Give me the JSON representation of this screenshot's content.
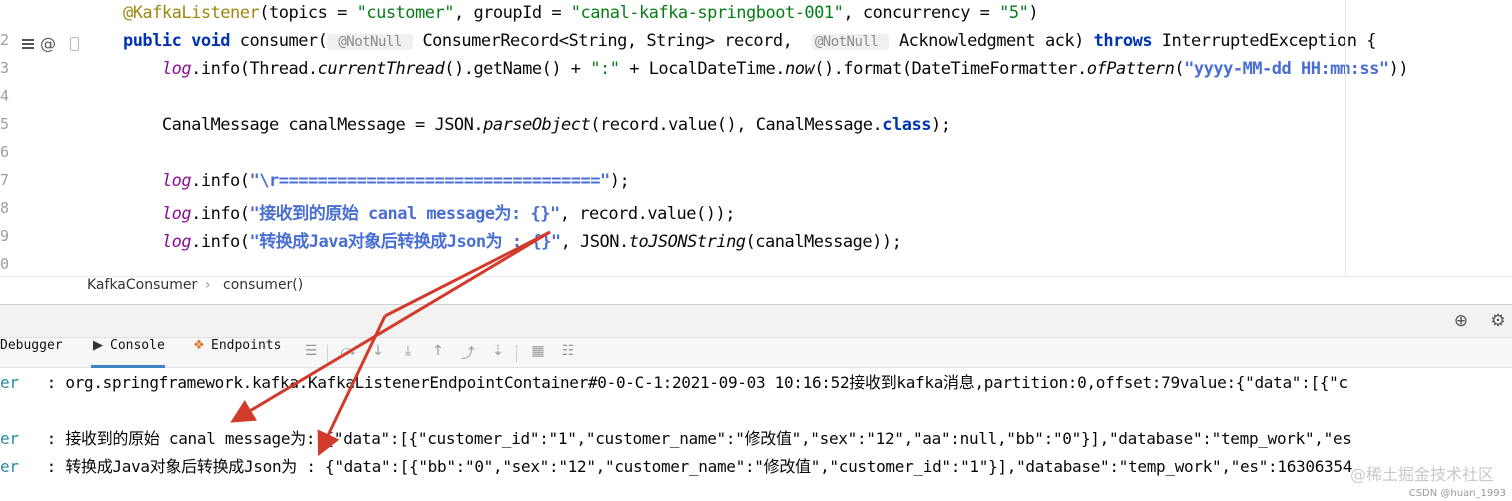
{
  "editor": {
    "gutter": {
      "line_numbers": [
        "",
        "2",
        "3",
        "4",
        "5",
        "6",
        "7",
        "8",
        "9",
        "0"
      ],
      "run_icon": "stack-icon",
      "override_icon": "at-icon"
    },
    "lines": [
      [
        {
          "t": "    ",
          "c": ""
        },
        {
          "t": "@KafkaListener",
          "c": "ann"
        },
        {
          "t": "(topics = ",
          "c": ""
        },
        {
          "t": "\"customer\"",
          "c": "str"
        },
        {
          "t": ", groupId = ",
          "c": ""
        },
        {
          "t": "\"canal-kafka-springboot-001\"",
          "c": "str"
        },
        {
          "t": ", concurrency = ",
          "c": ""
        },
        {
          "t": "\"5\"",
          "c": "str"
        },
        {
          "t": ")",
          "c": ""
        }
      ],
      [
        {
          "t": "    ",
          "c": ""
        },
        {
          "t": "public void",
          "c": "kw"
        },
        {
          "t": " consumer(",
          "c": ""
        },
        {
          "t": " @NotNull ",
          "c": "hint"
        },
        {
          "t": " ConsumerRecord<String, String> record,  ",
          "c": ""
        },
        {
          "t": "@NotNull ",
          "c": "hint"
        },
        {
          "t": " Acknowledgment ack) ",
          "c": ""
        },
        {
          "t": "throws",
          "c": "kw"
        },
        {
          "t": " InterruptedException {",
          "c": ""
        }
      ],
      [
        {
          "t": "        ",
          "c": ""
        },
        {
          "t": "log",
          "c": "fld"
        },
        {
          "t": ".info(Thread.",
          "c": ""
        },
        {
          "t": "currentThread",
          "c": "it"
        },
        {
          "t": "().getName() + ",
          "c": ""
        },
        {
          "t": "\":\"",
          "c": "str"
        },
        {
          "t": " + LocalDateTime.",
          "c": ""
        },
        {
          "t": "now",
          "c": "it"
        },
        {
          "t": "().format(DateTimeFormatter.",
          "c": ""
        },
        {
          "t": "ofPattern",
          "c": "it"
        },
        {
          "t": "(",
          "c": ""
        },
        {
          "t": "\"yyyy-MM-dd HH:mm:ss\"",
          "c": "str2"
        },
        {
          "t": "))",
          "c": ""
        }
      ],
      [],
      [
        {
          "t": "        CanalMessage canalMessage = JSON.",
          "c": ""
        },
        {
          "t": "parseObject",
          "c": "it"
        },
        {
          "t": "(record.value(), CanalMessage.",
          "c": ""
        },
        {
          "t": "class",
          "c": "kw"
        },
        {
          "t": ");",
          "c": ""
        }
      ],
      [],
      [
        {
          "t": "        ",
          "c": ""
        },
        {
          "t": "log",
          "c": "fld"
        },
        {
          "t": ".info(",
          "c": ""
        },
        {
          "t": "\"\\r=================================\"",
          "c": "str2"
        },
        {
          "t": ");",
          "c": ""
        }
      ],
      [
        {
          "t": "        ",
          "c": ""
        },
        {
          "t": "log",
          "c": "fld"
        },
        {
          "t": ".info(",
          "c": ""
        },
        {
          "t": "\"接收到的原始 canal message为: {}\"",
          "c": "str2"
        },
        {
          "t": ", record.value());",
          "c": ""
        }
      ],
      [
        {
          "t": "        ",
          "c": ""
        },
        {
          "t": "log",
          "c": "fld"
        },
        {
          "t": ".info(",
          "c": ""
        },
        {
          "t": "\"转换成Java对象后转换成Json为 : {}\"",
          "c": "str2"
        },
        {
          "t": ", JSON.",
          "c": ""
        },
        {
          "t": "toJSONString",
          "c": "it"
        },
        {
          "t": "(canalMessage));",
          "c": ""
        }
      ],
      []
    ]
  },
  "breadcrumb": {
    "class_name": "KafkaConsumer",
    "separator": "›",
    "method_name": "consumer()"
  },
  "tool_window": {
    "header_buttons": [
      {
        "name": "crosshair-icon",
        "glyph": "⊕"
      },
      {
        "name": "gear-icon",
        "glyph": "⚙"
      }
    ],
    "tabs": [
      {
        "label": "Debugger",
        "icon": "",
        "active": false
      },
      {
        "label": "Console",
        "icon": "▶",
        "active": true
      },
      {
        "label": "Endpoints",
        "icon": "❖",
        "active": false
      }
    ]
  },
  "console": {
    "lines": [
      {
        "prefix": "er",
        "text": "   : org.springframework.kafka.KafkaListenerEndpointContainer#0-0-C-1:2021-09-03 10:16:52接收到kafka消息,partition:0,offset:79value:{\"data\":[{\"c"
      },
      {
        "prefix": "",
        "text": ""
      },
      {
        "prefix": "er",
        "text": "   : 接收到的原始 canal message为: {\"data\":[{\"customer_id\":\"1\",\"customer_name\":\"修改值\",\"sex\":\"12\",\"aa\":null,\"bb\":\"0\"}],\"database\":\"temp_work\",\"es"
      },
      {
        "prefix": "er",
        "text": "   : 转换成Java对象后转换成Json为 : {\"data\":[{\"bb\":\"0\",\"sex\":\"12\",\"customer_name\":\"修改值\",\"customer_id\":\"1\"}],\"database\":\"temp_work\",\"es\":16306354"
      }
    ]
  },
  "watermark": {
    "line1": "@稀土掘金技术社区",
    "line2": "CSDN @huan_1993"
  },
  "colors": {
    "arrow": "#d23a2b",
    "active_tab": "#4083c9"
  }
}
